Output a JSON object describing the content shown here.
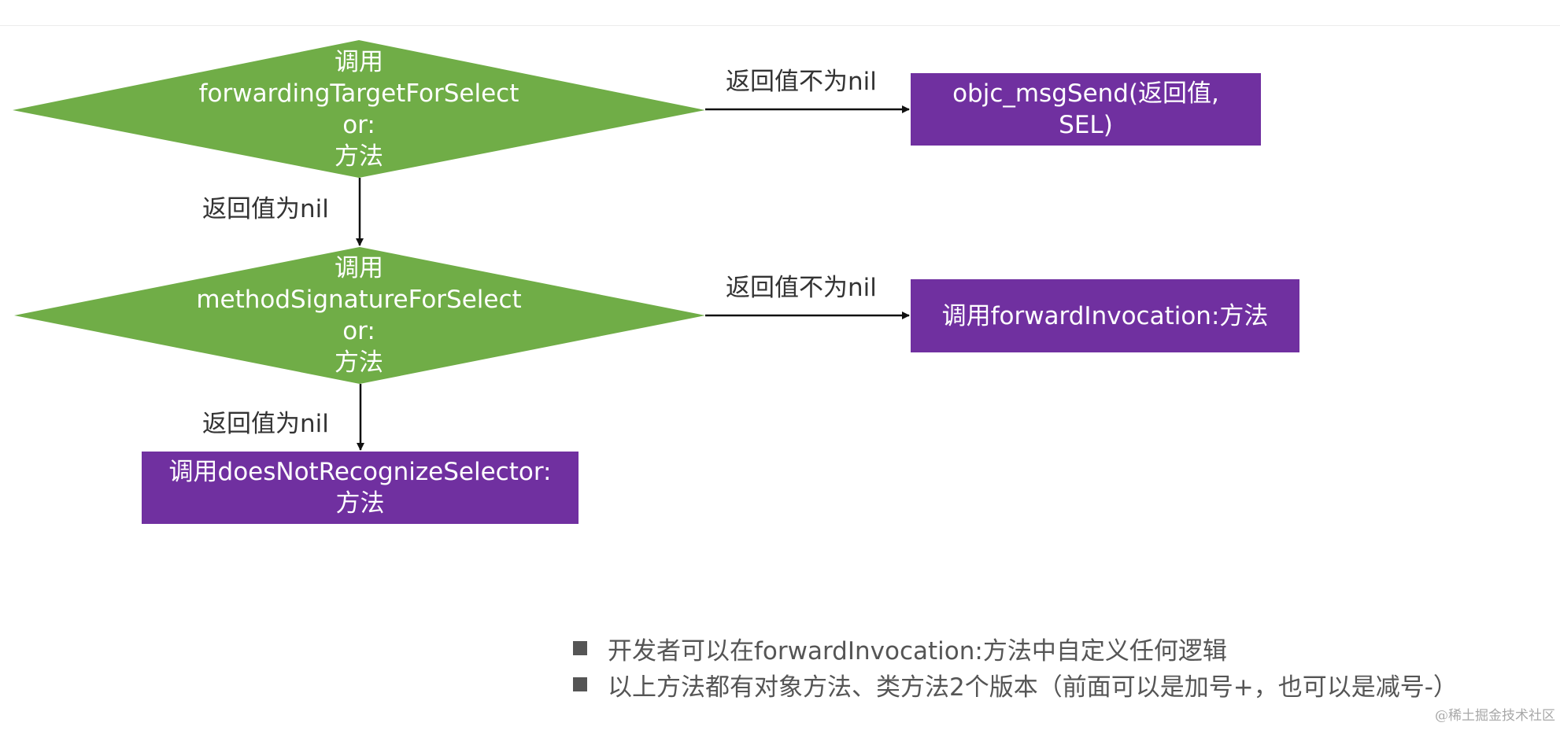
{
  "colors": {
    "decision_fill": "#70ad47",
    "process_fill": "#7030a0",
    "edge": "#111111",
    "label_text": "#333333",
    "bullet": "#555555"
  },
  "nodes": {
    "decision_forwarding_target": {
      "line1": "调用",
      "line2": "forwardingTargetForSelect",
      "line3": "or:",
      "line4": "方法"
    },
    "decision_method_signature": {
      "line1": "调用",
      "line2": "methodSignatureForSelect",
      "line3": "or:",
      "line4": "方法"
    },
    "process_msgsend": {
      "line1": "objc_msgSend(返回值,",
      "line2": "SEL)"
    },
    "process_forward_invocation": {
      "text": "调用forwardInvocation:方法"
    },
    "process_does_not_recognize": {
      "line1": "调用doesNotRecognizeSelector:",
      "line2": "方法"
    }
  },
  "edges": {
    "forwarding_not_nil": "返回值不为nil",
    "forwarding_nil": "返回值为nil",
    "signature_not_nil": "返回值不为nil",
    "signature_nil": "返回值为nil"
  },
  "bullets": [
    "开发者可以在forwardInvocation:方法中自定义任何逻辑",
    "以上方法都有对象方法、类方法2个版本（前面可以是加号+，也可以是减号-）"
  ],
  "watermark": "@稀土掘金技术社区"
}
